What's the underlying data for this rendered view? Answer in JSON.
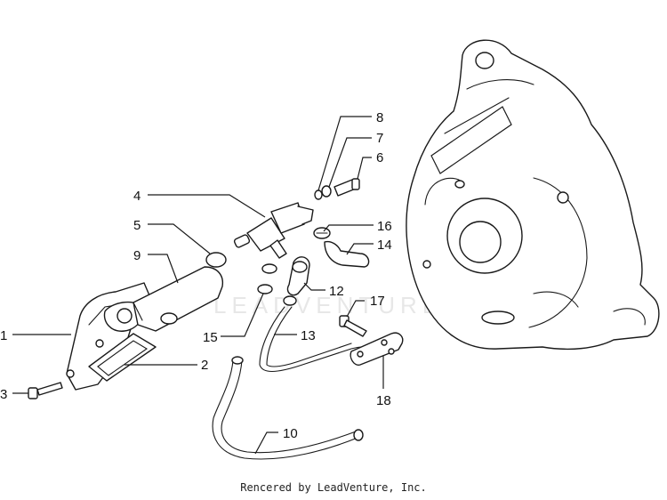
{
  "callouts": [
    "1",
    "2",
    "3",
    "4",
    "5",
    "6",
    "7",
    "8",
    "9",
    "10",
    "12",
    "13",
    "14",
    "15",
    "16",
    "17",
    "18"
  ],
  "watermark": "LEADVENTURE",
  "credit": "Rencered by LeadVenture, Inc.",
  "colors": {
    "line": "#1a1a1a",
    "background": "#ffffff",
    "watermark": "#d4d4d4"
  }
}
